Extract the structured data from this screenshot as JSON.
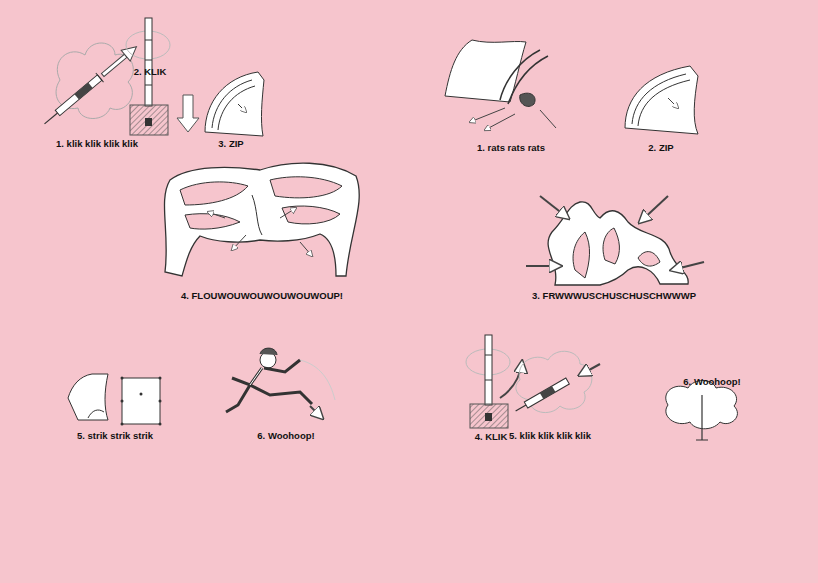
{
  "diagram": {
    "labels": [
      "1. klik klik klik klik",
      "2. KLIK",
      "3. ZIP",
      "4. FLOUWOUWOUWOUWOUWOUP!",
      "5. strik strik strik",
      "6. Woohoop!",
      "1. rats rats rats",
      "2. ZIP",
      "3. FRWWWUSCHUSCHUSCHWWWP",
      "4. KLIK",
      "5. klik klik klik klik",
      "6. Woohoop!"
    ]
  }
}
